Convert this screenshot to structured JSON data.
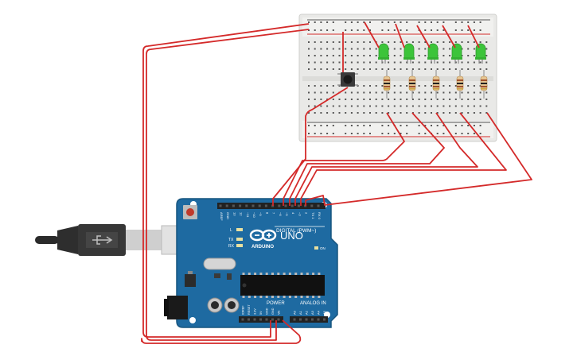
{
  "board": {
    "name": "UNO",
    "brand": "ARDUINO",
    "digital_label": "DIGITAL (PWM~)",
    "power_label": "POWER",
    "analog_label": "ANALOG IN",
    "on_label": "ON",
    "led_labels": [
      "L",
      "TX",
      "RX"
    ],
    "digital_pins": [
      "AREF",
      "GND",
      "13",
      "12",
      "~11",
      "~10",
      "~9",
      "8",
      "7",
      "~6",
      "~5",
      "4",
      "~3",
      "2",
      "TX 1",
      "RX 0"
    ],
    "power_pins": [
      "IOREF",
      "RESET",
      "3.3V",
      "5V",
      "GND",
      "GND",
      "Vin"
    ],
    "analog_pins": [
      "A0",
      "A1",
      "A2",
      "A3",
      "A4",
      "A5"
    ],
    "ic_label": ""
  },
  "breadboard": {
    "led_count": 5,
    "resistor_count": 5,
    "has_pushbutton": true
  },
  "colors": {
    "wire": "#d42a2a",
    "board": "#1e6aa1",
    "board_dark": "#17557f",
    "breadboard": "#e9e9e7",
    "led": "#3cc43a",
    "resistor": "#e6c592"
  }
}
